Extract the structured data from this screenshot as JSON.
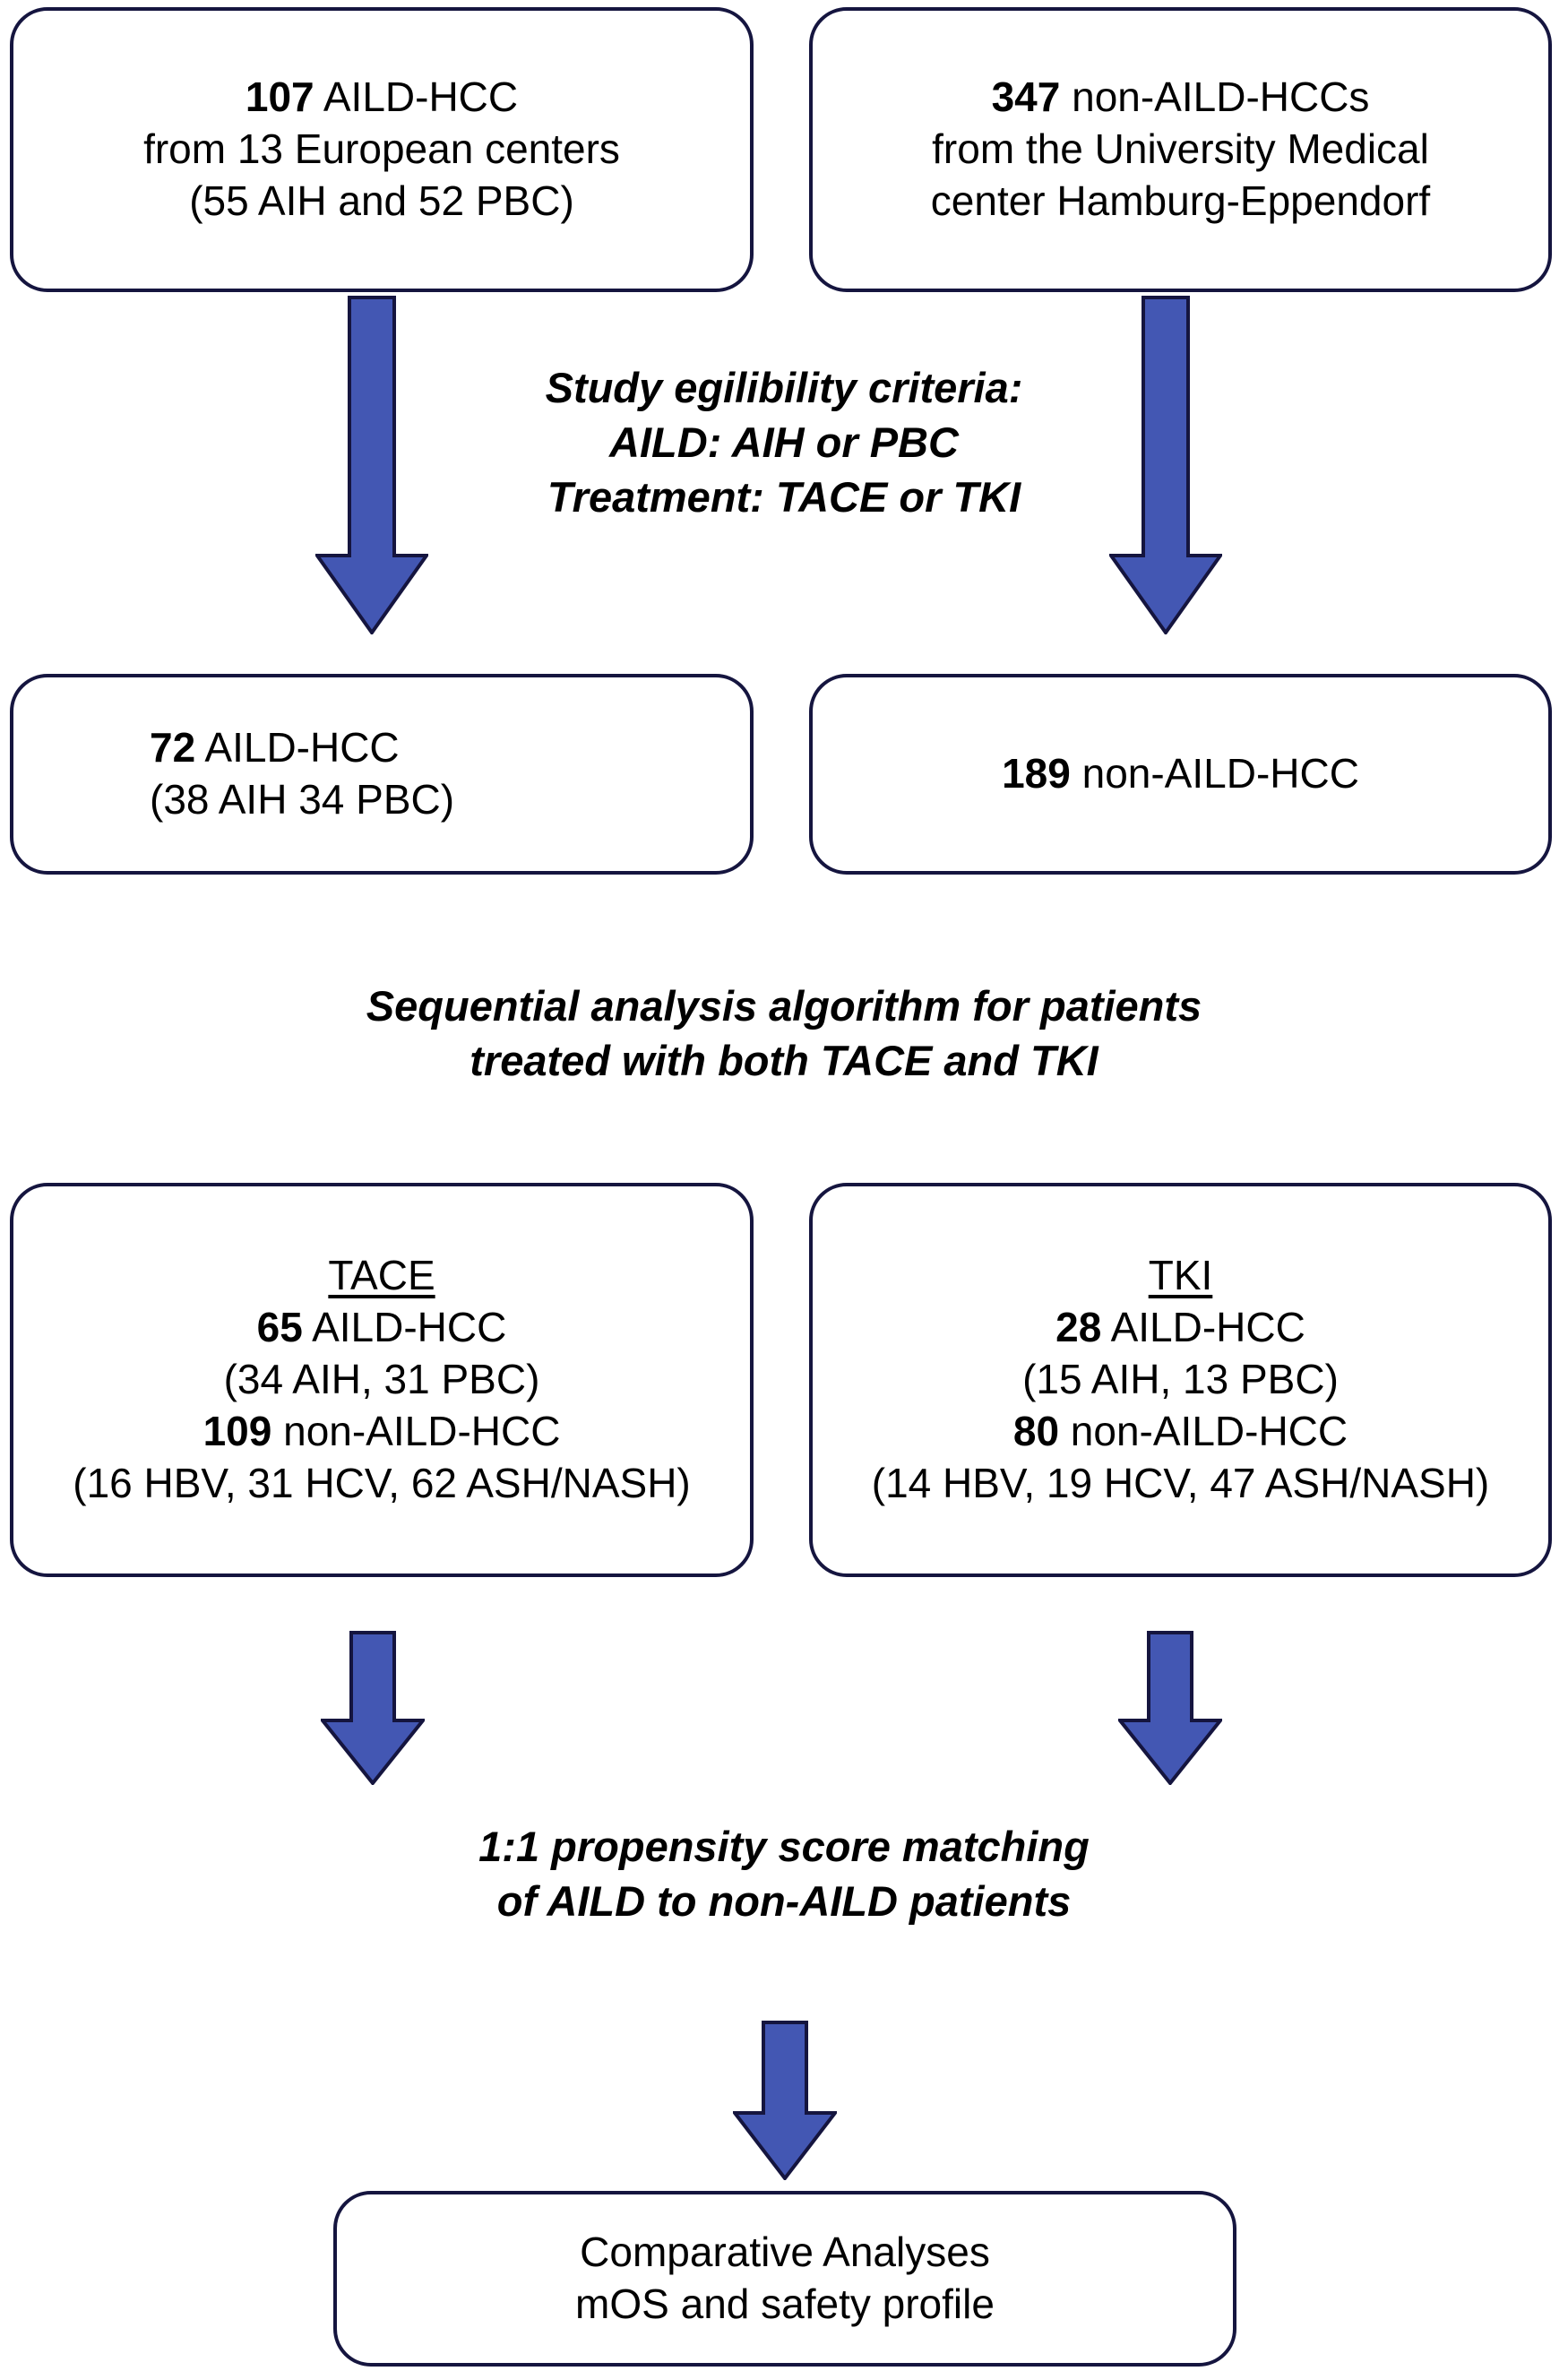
{
  "figure": {
    "type": "flowchart",
    "title": "Study flow diagram: AILD-HCC vs non-AILD-HCC patient selection",
    "accent_color": "#4357b3",
    "border_color": "#15153f",
    "background_color": "#ffffff"
  },
  "nodes": {
    "aild_source": {
      "name": "aild-source",
      "lines": [
        {
          "bold": "107",
          "rest": " AILD-HCC"
        },
        {
          "bold": "",
          "rest": "from 13 European centers"
        },
        {
          "bold": "",
          "rest": "(55 AIH and 52 PBC)"
        }
      ]
    },
    "nonaild_source": {
      "name": "nonaild-source",
      "lines": [
        {
          "bold": "347",
          "rest": " non-AILD-HCCs"
        },
        {
          "bold": "",
          "rest": "from the University Medical"
        },
        {
          "bold": "",
          "rest": "center Hamburg-Eppendorf"
        }
      ]
    },
    "aild_eligible": {
      "name": "aild-eligible",
      "lines": [
        {
          "bold": "72",
          "rest": " AILD-HCC"
        },
        {
          "bold": "",
          "rest": "(38 AIH  34 PBC)"
        }
      ]
    },
    "nonaild_eligible": {
      "name": "nonaild-eligible",
      "lines": [
        {
          "bold": "189",
          "rest": " non-AILD-HCC"
        }
      ]
    },
    "tace": {
      "name": "tace-group",
      "header": "TACE",
      "lines": [
        {
          "bold": "65",
          "rest": " AILD-HCC"
        },
        {
          "bold": "",
          "rest": "(34 AIH, 31 PBC)"
        },
        {
          "bold": "109",
          "rest": " non-AILD-HCC"
        },
        {
          "bold": "",
          "rest": "(16 HBV, 31 HCV, 62 ASH/NASH)"
        }
      ]
    },
    "tki": {
      "name": "tki-group",
      "header": "TKI",
      "lines": [
        {
          "bold": "28",
          "rest": " AILD-HCC"
        },
        {
          "bold": "",
          "rest": "(15 AIH, 13 PBC)"
        },
        {
          "bold": "80",
          "rest": " non-AILD-HCC"
        },
        {
          "bold": "",
          "rest": "(14 HBV, 19 HCV, 47 ASH/NASH)"
        }
      ]
    },
    "final": {
      "name": "final-analysis",
      "lines": [
        {
          "bold": "",
          "rest": "Comparative Analyses"
        },
        {
          "bold": "",
          "rest": "mOS and safety profile"
        }
      ]
    }
  },
  "captions": {
    "eligibility": {
      "line1": "Study egilibility criteria:",
      "line2": "AILD: AIH or PBC",
      "line3": "Treatment: TACE or TKI"
    },
    "sequential": {
      "line1": "Sequential analysis algorithm for patients",
      "line2": "treated with both TACE and TKI"
    },
    "psm": {
      "line1": "1:1 propensity score matching",
      "line2": "of AILD to non-AILD patients"
    }
  },
  "arrows": [
    {
      "name": "arrow-aild-source-to-eligible"
    },
    {
      "name": "arrow-nonaild-source-to-eligible"
    },
    {
      "name": "arrow-tace-to-psm"
    },
    {
      "name": "arrow-tki-to-psm"
    },
    {
      "name": "arrow-psm-to-final"
    }
  ]
}
